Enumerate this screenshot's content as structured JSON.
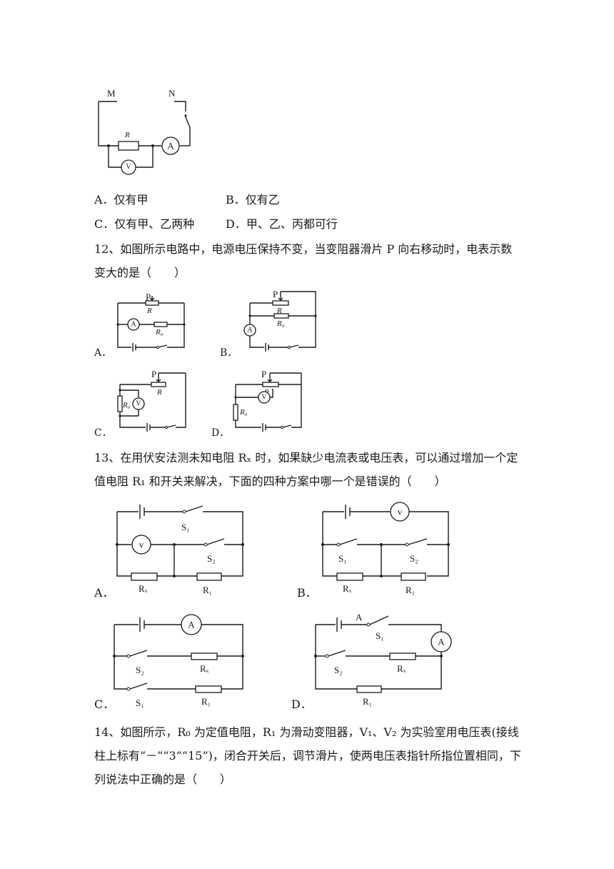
{
  "fig11": {
    "label_m": "M",
    "label_n": "N",
    "label_r": "R",
    "meter_a": "A",
    "meter_v": "V"
  },
  "q11_options": {
    "a": "A．仅有甲",
    "b": "B．仅有乙",
    "c": "C．仅有甲、乙两种",
    "d": "D．甲、乙、丙都可行"
  },
  "q12": {
    "text": "12、如图所示电路中，电源电压保持不变，当变阻器滑片 P 向右移动时，电表示数变大的是（　　）",
    "labels": {
      "p": "P",
      "r": "R",
      "r0": "R₀",
      "a": "A",
      "v": "V"
    },
    "options": [
      "A．",
      "B．",
      "C．",
      "D．"
    ]
  },
  "q13": {
    "text": "13、在用伏安法测未知电阻 Rₓ 时，如果缺少电流表或电压表，可以通过增加一个定值电阻 R₁ 和开关来解决，下面的四种方案中哪一个是错误的（　　）",
    "labels": {
      "s1": "S₁",
      "s2": "S₂",
      "rx": "Rₓ",
      "r1": "R₁",
      "v": "v",
      "a": "A",
      "a_small": "A"
    },
    "options": [
      "A．",
      "B．",
      "C．",
      "D．"
    ]
  },
  "q14": {
    "text": "14、如图所示，R₀ 为定值电阻，R₁ 为滑动变阻器，V₁、V₂ 为实验室用电压表(接线柱上标有“－”“3”“15”)，闭合开关后，调节滑片，使两电压表指针所指位置相同，下列说法中正确的是（　　）"
  }
}
